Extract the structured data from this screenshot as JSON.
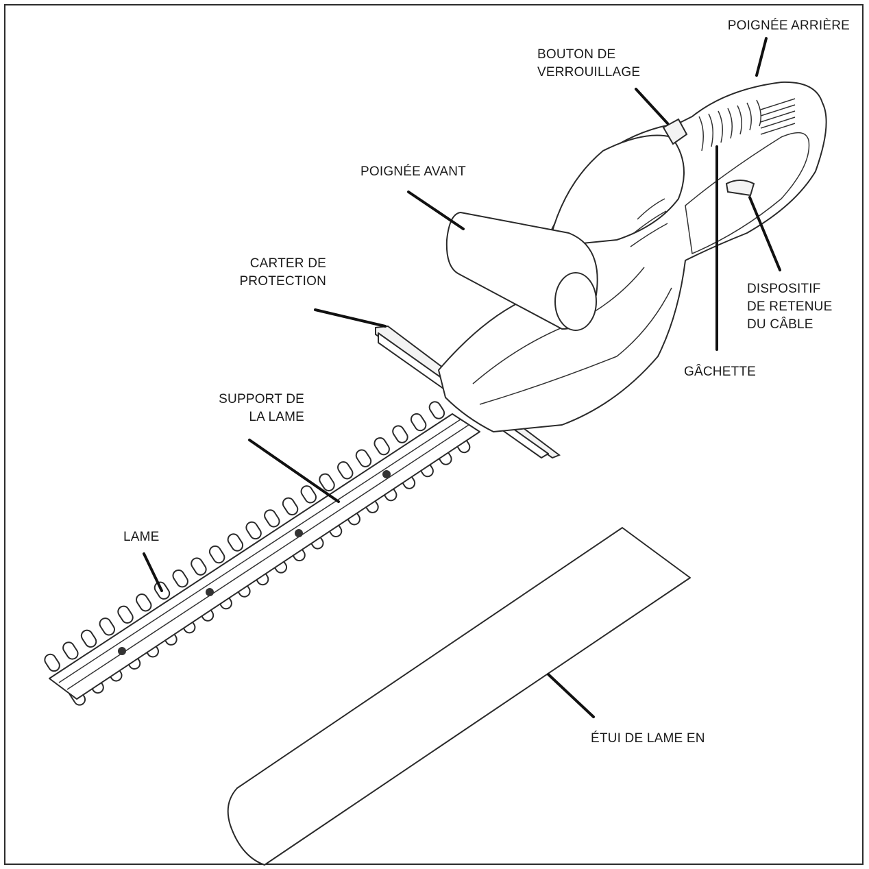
{
  "labels": {
    "poignee_arriere": "POIGNÉE ARRIÈRE",
    "bouton_verrouillage": "BOUTON DE\nVERROUILLAGE",
    "poignee_avant": "POIGNÉE AVANT",
    "carter_protection": "CARTER DE\nPROTECTION",
    "dispositif_retenue": "DISPOSITIF\nDE RETENUE\nDU CÂBLE",
    "gachette": "GÂCHETTE",
    "support_lame": "SUPPORT DE\nLA LAME",
    "lame": "LAME",
    "etui_lame": "ÉTUI DE LAME EN"
  },
  "colors": {
    "line": "#111111",
    "outline": "#2a2a2a",
    "background": "#ffffff"
  }
}
